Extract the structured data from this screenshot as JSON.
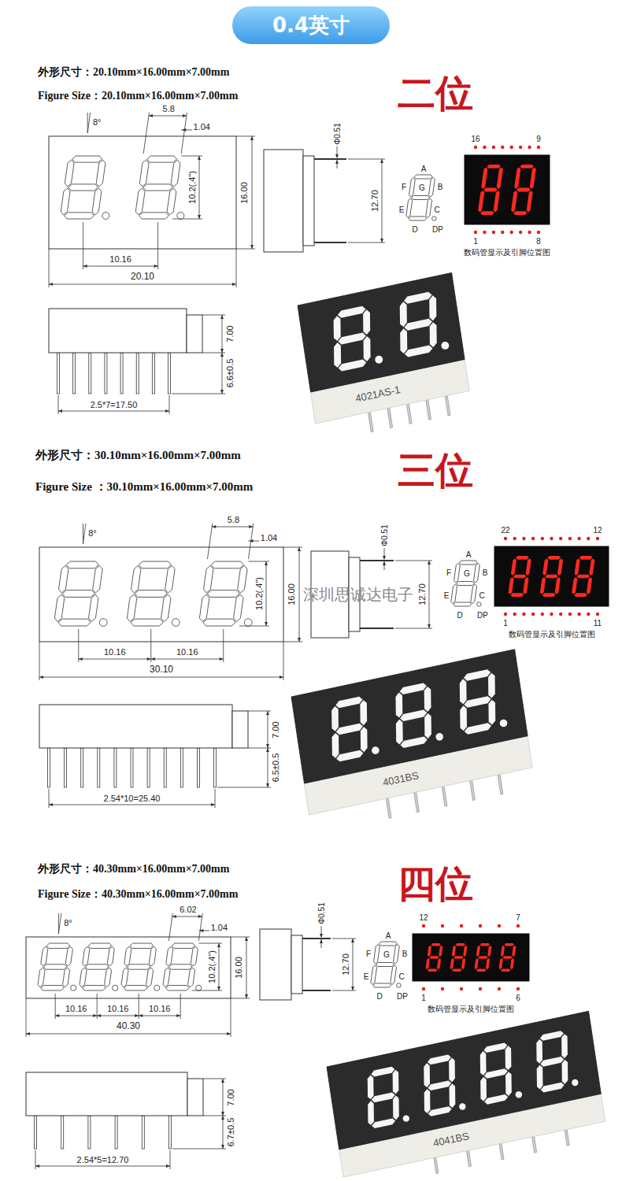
{
  "diagram": {
    "title": "0.4英寸",
    "labels": [
      "外形尺寸：20.10mm×16.00mm×7.00mm",
      "Figure Size：20.10mm×16.00mm×7.00mm",
      "二位",
      "8°",
      "5.8",
      "1.04",
      "10.2(.4\")",
      "16.00",
      "10.16",
      "20.10",
      "Φ0.51",
      "12.70",
      "A",
      "F",
      "G",
      "B",
      "E",
      "C",
      "D",
      "DP",
      "16",
      "9",
      "1",
      "8",
      "数码管显示及引脚位置图",
      "4021AS-1",
      "7.00",
      "6.6±0.5",
      "2.5*7=17.50",
      "外形尺寸：30.10mm×16.00mm×7.00mm",
      "Figure Size ：30.10mm×16.00mm×7.00mm",
      "三位",
      "8°",
      "5.8",
      "1.04",
      "10.2(.4\")",
      "16.00",
      "10.16",
      "10.16",
      "30.10",
      "Φ0.51",
      "12.70",
      "A",
      "F",
      "G",
      "B",
      "E",
      "C",
      "D",
      "DP",
      "22",
      "12",
      "1",
      "11",
      "数码管显示及引脚位置图",
      "4031BS",
      "7.00",
      "6.5±0.5",
      "2.54*10=25.40",
      "深圳思诚达电子",
      "外形尺寸：40.30mm×16.00mm×7.00mm",
      "Figure Size：40.30mm×16.00mm×7.00mm",
      "四位",
      "8°",
      "6.02",
      "1.04",
      "10.2(.4\")",
      "16.00",
      "10.16",
      "10.16",
      "10.16",
      "40.30",
      "Φ0.51",
      "12.70",
      "A",
      "F",
      "G",
      "B",
      "E",
      "C",
      "D",
      "DP",
      "12",
      "7",
      "1",
      "6",
      "数码管显示及引脚位置图",
      "4041BS",
      "7.00",
      "6.7±0.5",
      "2.54*5=12.70"
    ]
  }
}
